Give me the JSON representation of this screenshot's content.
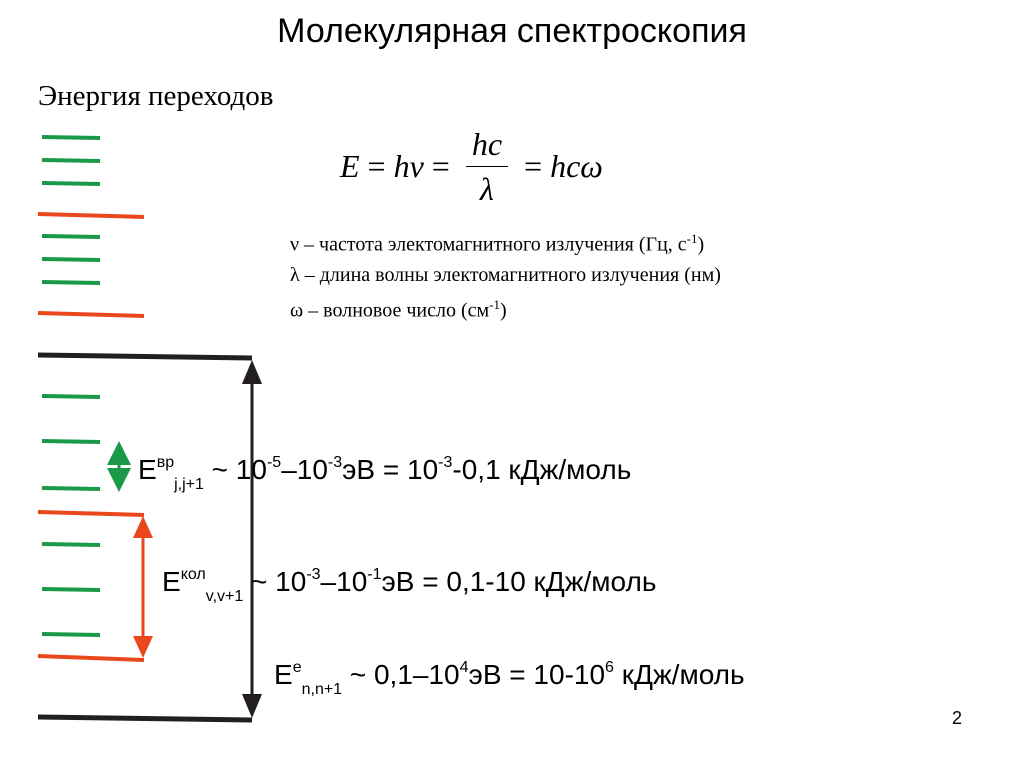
{
  "slide": {
    "title": "Молекулярная спектроскопия",
    "subtitle": "Энергия переходов",
    "page_number": "2"
  },
  "formula": {
    "e": "E",
    "eq1": "=",
    "hnu": "hν",
    "eq2": "=",
    "numerator": "hc",
    "denominator": "λ",
    "eq3": "=",
    "hcw": "hcω"
  },
  "definitions": [
    {
      "symbol": "ν",
      "text": " – частота электомагнитного излучения (Гц, с",
      "sup": "-1",
      "after": ")"
    },
    {
      "symbol": "λ",
      "text": " – длина волны электомагнитного излучения (нм)",
      "sup": "",
      "after": ""
    },
    {
      "symbol": "ω",
      "text": " – волновое число (см",
      "sup": "-1",
      "after": ")"
    }
  ],
  "energies": {
    "rot": {
      "base": "E",
      "sup": "вр",
      "sub": "j,j+1",
      "pre": " ~ 10",
      "p1": "-5",
      "mid": "–10",
      "p2": "-3",
      "eq": "эВ = 10",
      "p3": "-3",
      "tail": "-0,1 кДж/моль"
    },
    "vib": {
      "base": "E",
      "sup": "кол",
      "sub": "v,v+1",
      "pre": " ~ 10",
      "p1": "-3",
      "mid": "–10",
      "p2": "-1",
      "eq": "эВ = 0,1-10 кДж/моль",
      "p3": "",
      "tail": ""
    },
    "el": {
      "base": "E",
      "sup": "e",
      "sub": "n,n+1",
      "pre": " ~ 0,1–10",
      "p1": "4",
      "mid": "эВ = 10-10",
      "p2": "6",
      "eq": " кДж/моль",
      "p3": "",
      "tail": ""
    }
  },
  "colors": {
    "rotational_level": "#1a9a49",
    "vibrational_level": "#e8481b",
    "electronic_level": "#231f20"
  }
}
